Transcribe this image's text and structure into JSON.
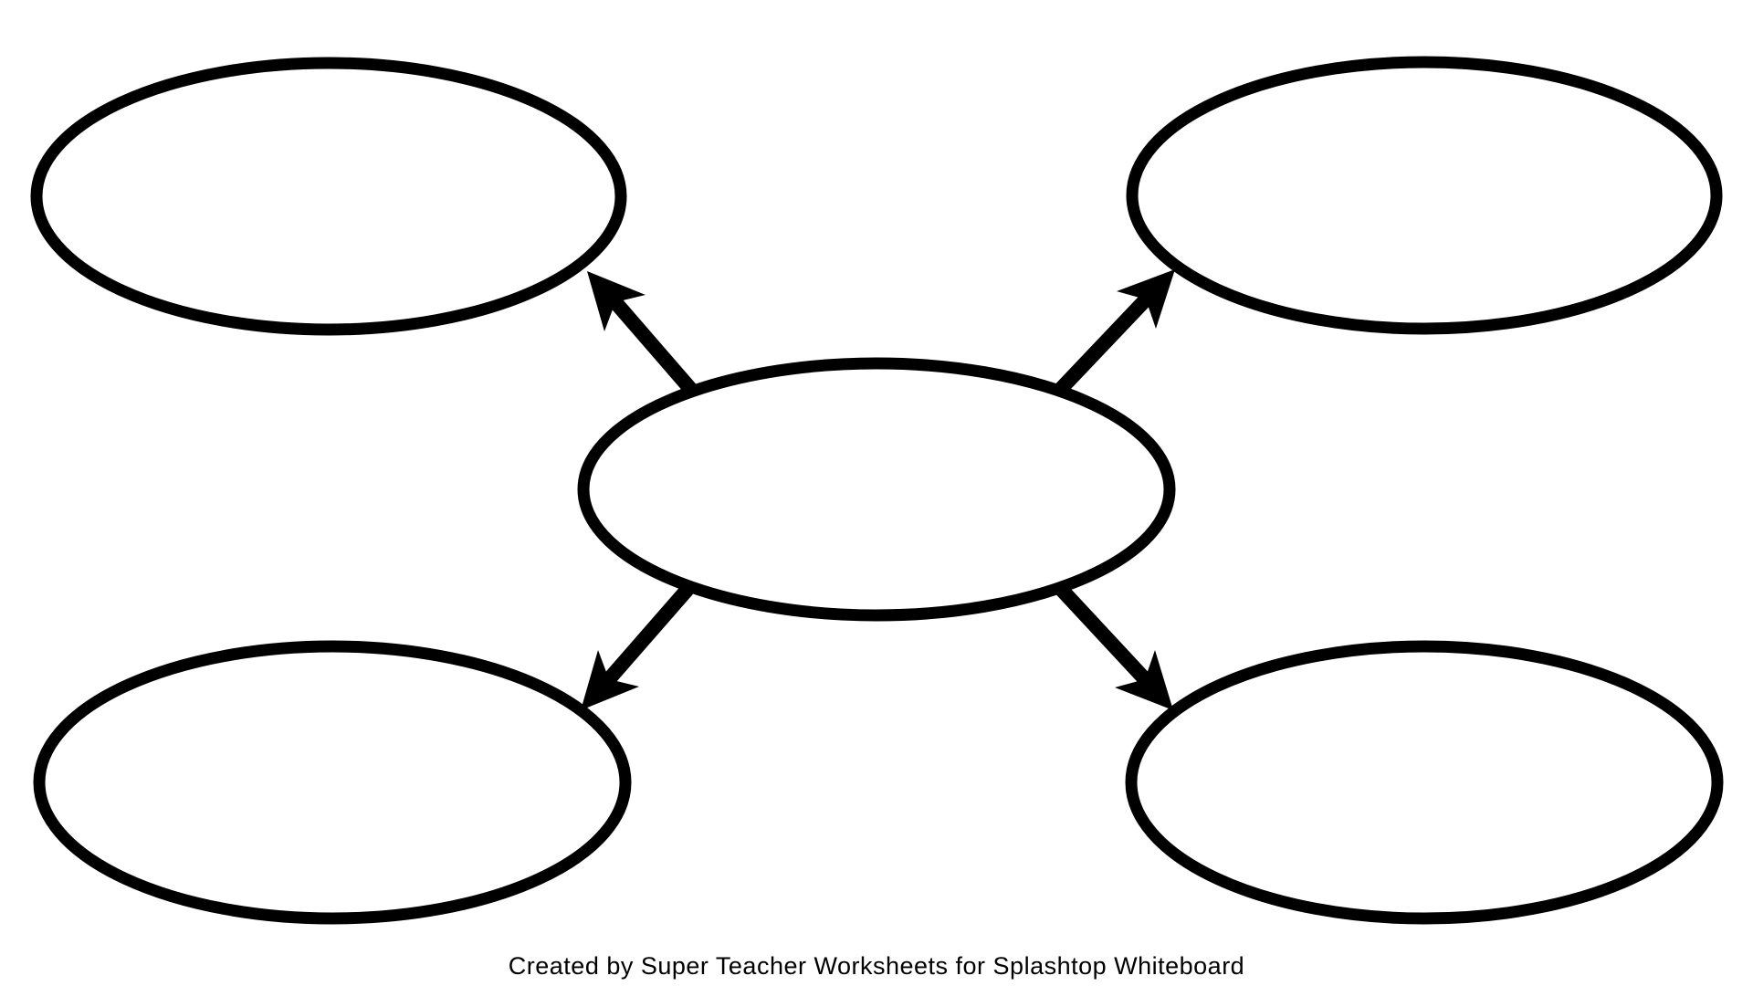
{
  "page": {
    "background_color": "#ffffff",
    "ink_color": "#000000"
  },
  "diagram": {
    "kind": "web-graphic-organizer",
    "nodes": [
      {
        "id": "center",
        "position": "center",
        "label": ""
      },
      {
        "id": "top-left",
        "position": "top-left",
        "label": ""
      },
      {
        "id": "top-right",
        "position": "top-right",
        "label": ""
      },
      {
        "id": "bottom-left",
        "position": "bottom-left",
        "label": ""
      },
      {
        "id": "bottom-right",
        "position": "bottom-right",
        "label": ""
      }
    ],
    "connections": [
      {
        "from": "center",
        "to": "top-left",
        "style": "arrow"
      },
      {
        "from": "center",
        "to": "top-right",
        "style": "arrow"
      },
      {
        "from": "center",
        "to": "bottom-left",
        "style": "arrow"
      },
      {
        "from": "center",
        "to": "bottom-right",
        "style": "arrow"
      }
    ]
  },
  "footer": {
    "credit": "Created by Super Teacher Worksheets for Splashtop Whiteboard"
  }
}
